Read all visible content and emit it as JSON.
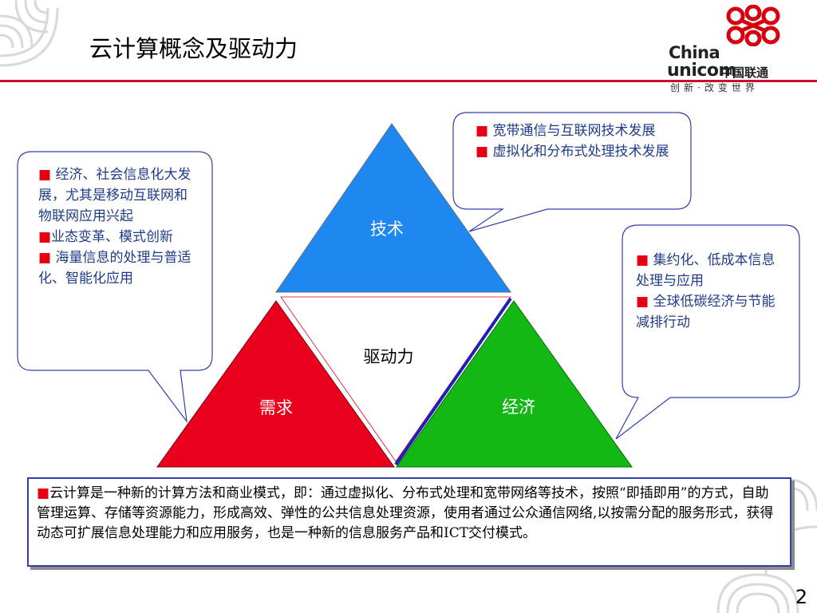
{
  "slide": {
    "title": "云计算概念及驱动力",
    "page_number": "2"
  },
  "logo": {
    "brand_en_line1": "China",
    "brand_en_line2": "unicom",
    "brand_cn": "中国联通",
    "slogan": "创新·改变世界"
  },
  "diagram": {
    "top_label": "技术",
    "center_label": "驱动力",
    "left_label": "需求",
    "right_label": "经济",
    "colors": {
      "top": "#1e88f0",
      "left": "#e8001c",
      "right": "#14b814"
    }
  },
  "callouts": {
    "left": [
      "经济、社会信息化大发展，尤其是移动互联网和物联网应用兴起",
      "业态变革、模式创新",
      "海量信息的处理与普适化、智能化应用"
    ],
    "top": [
      "宽带通信与互联网技术发展",
      "虚拟化和分布式处理技术发展"
    ],
    "right": [
      "集约化、低成本信息处理与应用",
      "全球低碳经济与节能减排行动"
    ]
  },
  "summary": "云计算是一种新的计算方法和商业模式，即：通过虚拟化、分布式处理和宽带网络等技术，按照“即插即用”的方式，自助管理运算、存储等资源能力，形成高效、弹性的公共信息处理资源，使用者通过公众通信网络,以按需分配的服务形式，获得动态可扩展信息处理能力和应用服务，也是一种新的信息服务产品和ICT交付模式。",
  "accent_colors": {
    "brand_red": "#c8102e",
    "text_blue": "#1f3c88",
    "box_border": "#3340a8"
  }
}
